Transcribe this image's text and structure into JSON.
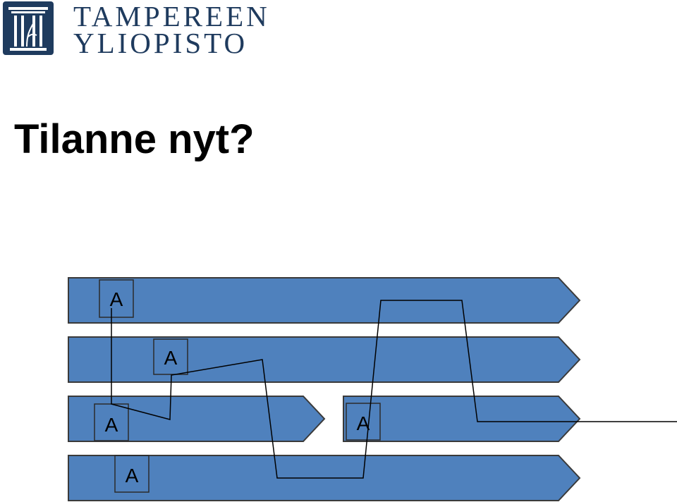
{
  "logo": {
    "icon": "university-column-icon",
    "line1": "TAMPEREEN",
    "line2": "YLIOPISTO",
    "color": "#1f3b5e"
  },
  "title": "Tilanne nyt?",
  "diagram": {
    "arrow_fill": "#4f81bd",
    "arrow_stroke": "#3a3a3a",
    "line_color": "#000000",
    "labels": {
      "row1_box": "A",
      "row2_box": "A",
      "row3_left_box": "A",
      "row3_right_box": "A",
      "row4_box": "A"
    }
  }
}
